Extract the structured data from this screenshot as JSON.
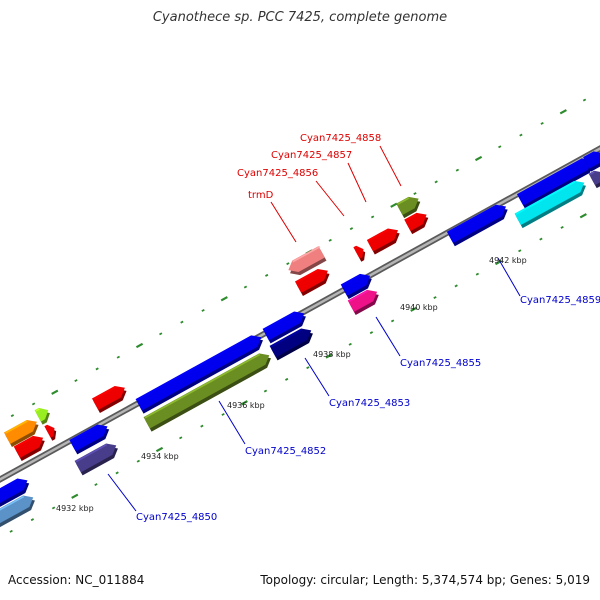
{
  "title": "Cyanothece sp. PCC 7425, complete genome",
  "footer": {
    "accession": "Accession: NC_011884",
    "topology": "Topology: circular; Length: 5,374,574 bp; Genes: 5,019"
  },
  "colors": {
    "backbone": "#8a8a8a",
    "minor_tick": "#2e8b2e",
    "label_red": "#dd0000",
    "label_blue": "#0000cc"
  },
  "tick_labels": [
    "4932 kbp",
    "4934 kbp",
    "4936 kbp",
    "4938 kbp",
    "4940 kbp",
    "4942 kbp"
  ],
  "gene_labels": {
    "Cyan7425_4850": "Cyan7425_4850",
    "Cyan7425_4852": "Cyan7425_4852",
    "Cyan7425_4853": "Cyan7425_4853",
    "Cyan7425_4855": "Cyan7425_4855",
    "Cyan7425_4859": "Cyan7425_4859",
    "trmD": "trmD",
    "Cyan7425_4856": "Cyan7425_4856",
    "Cyan7425_4857": "Cyan7425_4857",
    "Cyan7425_4858": "Cyan7425_4858"
  }
}
